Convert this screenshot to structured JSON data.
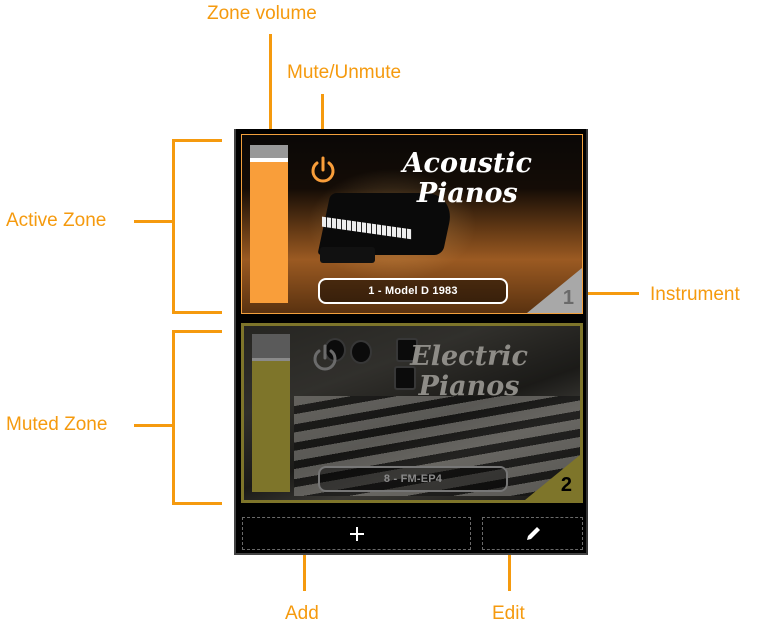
{
  "annotations": {
    "zone_volume": "Zone volume",
    "mute_unmute": "Mute/Unmute",
    "active_zone": "Active Zone",
    "muted_zone": "Muted Zone",
    "instrument": "Instrument",
    "add": "Add",
    "edit": "Edit"
  },
  "zones": [
    {
      "state": "active",
      "title_line1": "Acoustic",
      "title_line2": "Pianos",
      "instrument": "1 - Model D 1983",
      "number": "1",
      "volume_percent": 92,
      "power_icon": "power-icon",
      "accent_color": "#f99e3a"
    },
    {
      "state": "muted",
      "title_line1": "Electric",
      "title_line2": "Pianos",
      "instrument": "8 - FM-EP4",
      "number": "2",
      "volume_percent": 85,
      "power_icon": "power-icon",
      "accent_color": "#7e752a"
    }
  ],
  "footer": {
    "add_icon": "plus-icon",
    "edit_icon": "pencil-icon"
  },
  "colors": {
    "annotation": "#f59a0e",
    "active_accent": "#f99e3a",
    "muted_accent": "#7e752a",
    "panel_bg": "#000000"
  }
}
